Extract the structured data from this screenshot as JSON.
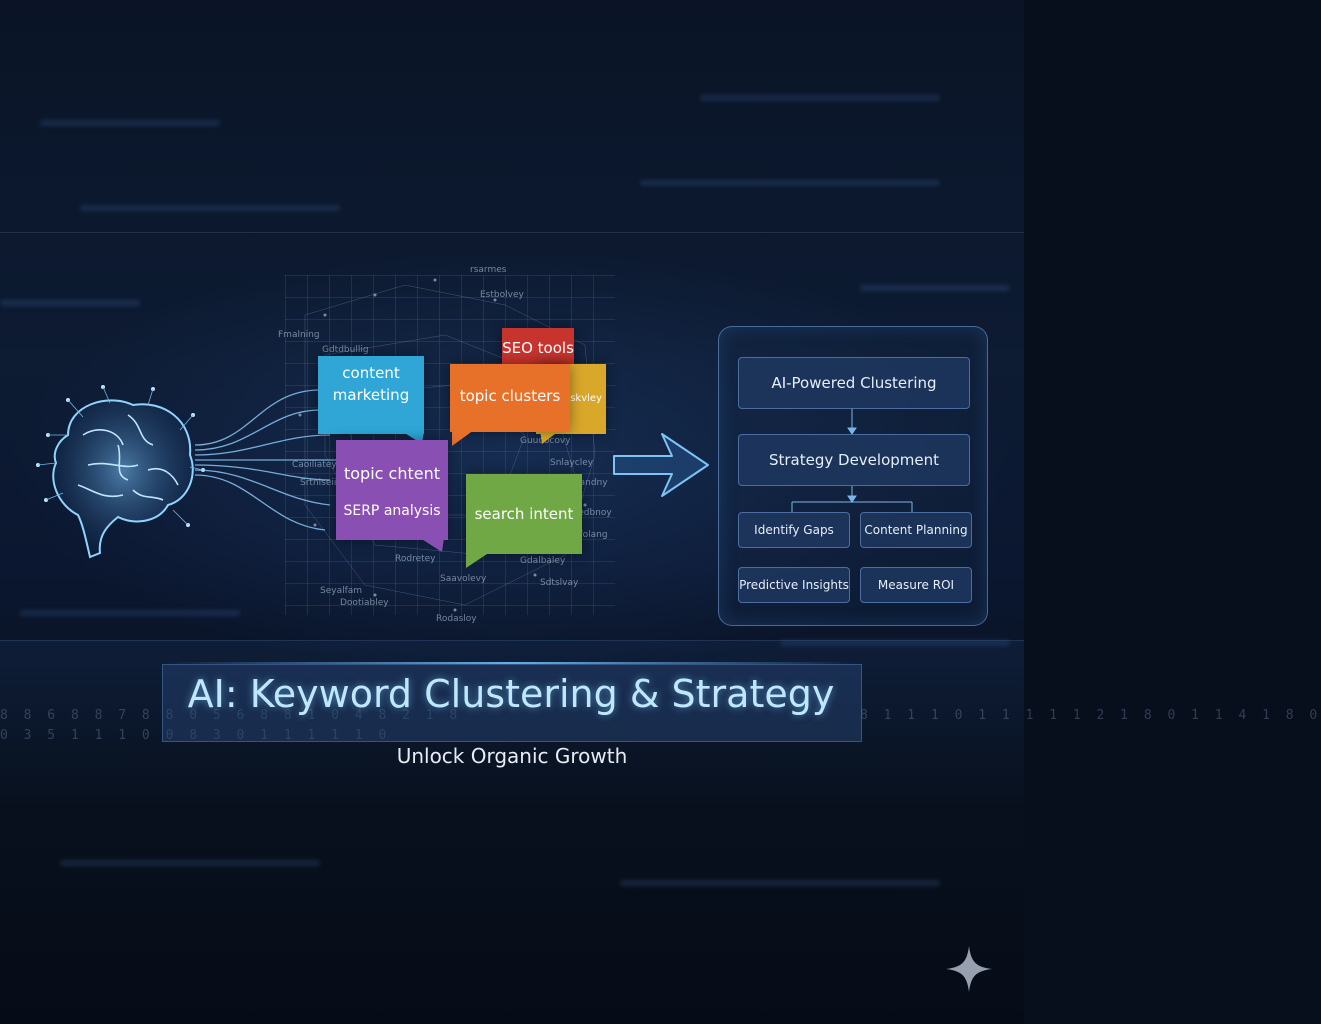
{
  "keywords": {
    "content_marketing": [
      "content",
      "marketing"
    ],
    "seo_tools": "SEO tools",
    "topic_clusters": "topic clusters",
    "orange_partial": "askvley",
    "topic_content": "topic chtent",
    "serp_analysis": "SERP analysis",
    "search_intent": "search intent"
  },
  "cloud_fragments": [
    "Gdtdbullig",
    "rsarmes",
    "Estbolvey",
    "Fmalning",
    "Caoiliatey",
    "Srtniseiic",
    "Snlaycley",
    "Gdobbandny",
    "Gdeedbnoy",
    "Rodasloy",
    "Gdalbaley",
    "Sdtslvay",
    "Seyalfam",
    "Dootiabley",
    "Sadlfolang",
    "Rodretey",
    "Guuoocovy",
    "Saavolevy"
  ],
  "strategy": {
    "node_clustering": "AI-Powered Clustering",
    "node_development": "Strategy Development",
    "node_gaps": "Identify Gaps",
    "node_planning": "Content Planning",
    "node_insights": "Predictive Insights",
    "node_roi": "Measure ROI"
  },
  "title": "AI: Keyword Clustering & Strategy",
  "subtitle": "Unlock Organic Growth",
  "digits_left": "8 8 6 8 8 7 8 8 0 5 6 8 8 1 0 4 8 2 1 8",
  "digits_left2": "0 3 5 1 1 1 0 0 8 3 0 1 1 1 1 1 0",
  "digits_right": "8 1 1 1 0 1 1 1 1 1 2 1 8 0 1 1 4 1 8 0",
  "colors": {
    "accent_blue": "#2fa6d6",
    "accent_orange": "#e8712a",
    "accent_red": "#c7342e",
    "accent_yellow": "#d9a72a",
    "accent_purple": "#8a4fb3",
    "accent_green": "#6fa844",
    "title_glow": "#bfe7ff"
  }
}
